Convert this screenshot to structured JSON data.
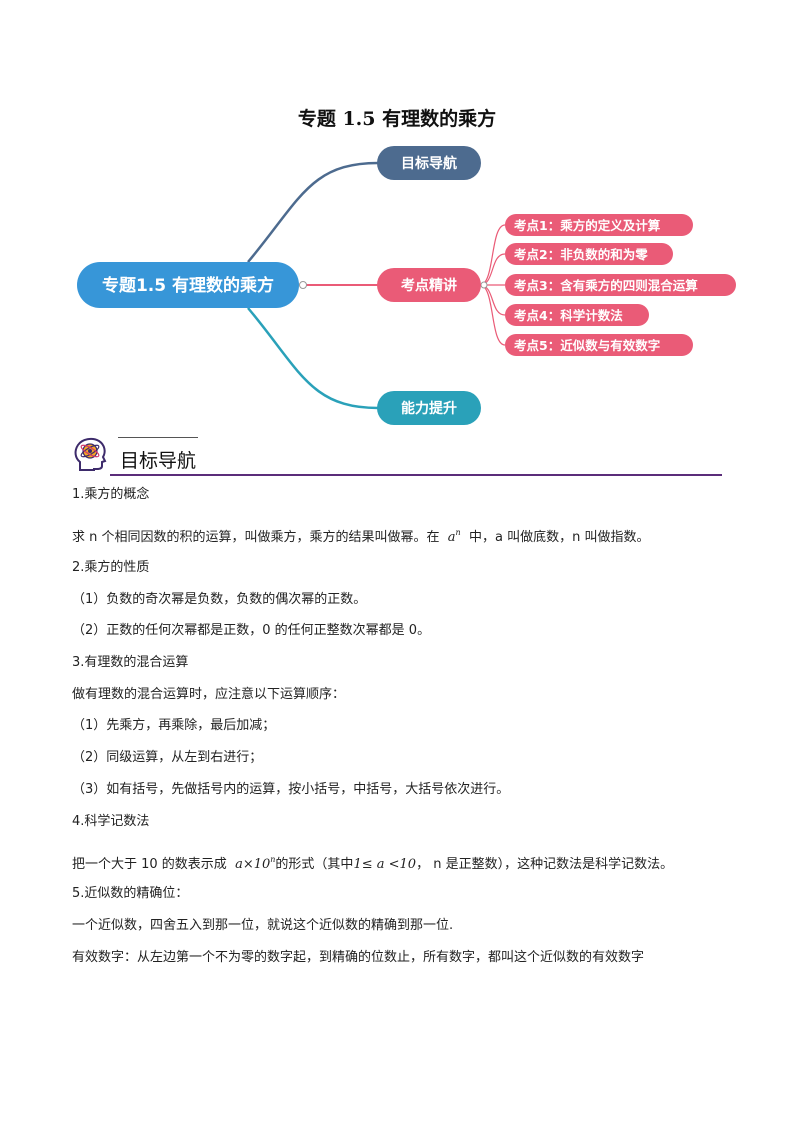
{
  "page_title": "专题 1.5  有理数的乘方",
  "mindmap": {
    "root": "专题1.5 有理数的乘方",
    "branches": [
      {
        "label": "目标导航",
        "color": "#4d6b8f"
      },
      {
        "label": "考点精讲",
        "color": "#ea5b77"
      },
      {
        "label": "能力提升",
        "color": "#2aa1b9"
      }
    ],
    "points": [
      "考点1：乘方的定义及计算",
      "考点2：非负数的和为零",
      "考点3：含有乘方的四则混合运算",
      "考点4：科学计数法",
      "考点5：近似数与有效数字"
    ],
    "root_color": "#3796d8",
    "point_color": "#ea5b77"
  },
  "section": {
    "title": "目标导航"
  },
  "content": {
    "h1": "1.乘方的概念",
    "p1": {
      "a": "求 n 个相同因数的积的运算，叫做乘方，乘方的结果叫做幂。在",
      "var": "a",
      "exp": "n",
      "b": "中，a 叫做底数，n 叫做指数。"
    },
    "h2": "2.乘方的性质",
    "p2_1": "（1）负数的奇次幂是负数，负数的偶次幂的正数。",
    "p2_2": "（2）正数的任何次幂都是正数，0 的任何正整数次幂都是 0。",
    "h3": "3.有理数的混合运算",
    "p3": "做有理数的混合运算时，应注意以下运算顺序：",
    "p3_1": "（1）先乘方，再乘除，最后加减；",
    "p3_2": "（2）同级运算，从左到右进行；",
    "p3_3": "（3）如有括号，先做括号内的运算，按小括号，中括号，大括号依次进行。",
    "h4": "4.科学记数法",
    "p4": {
      "a": "把一个大于 10 的数表示成",
      "expr": "a×10",
      "exp": "n",
      "b": "的形式（其中",
      "ineq": "1≤ a <10",
      "c": "，  n 是正整数），这种记数法是科学记数法。"
    },
    "h5": "5.近似数的精确位：",
    "p5_1": "一个近似数，四舍五入到那一位，就说这个近似数的精确到那一位.",
    "p5_2": "有效数字：从左边第一个不为零的数字起，到精确的位数止，所有数字，都叫这个近似数的有效数字"
  }
}
